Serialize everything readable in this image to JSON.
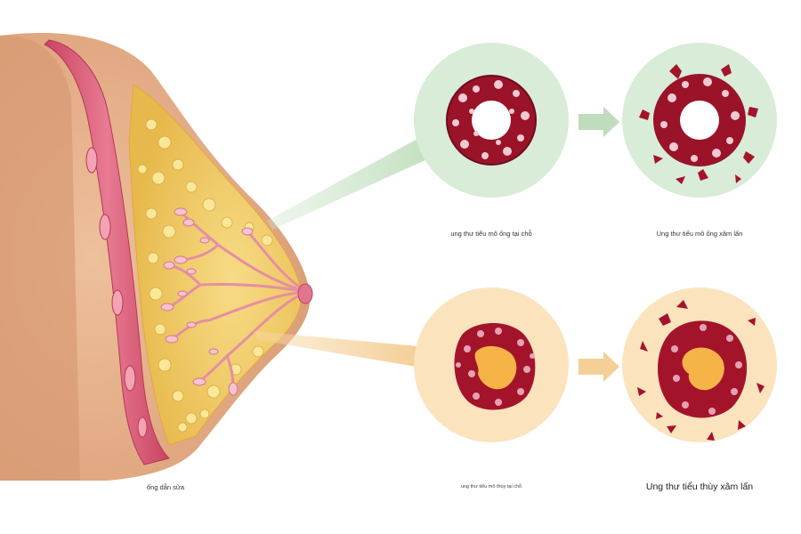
{
  "labels": {
    "duct_in_situ": "ung thư tiểu mô ống tại chỗ",
    "duct_invasive": "Ung thư tiểu mô ống xâm lấn",
    "lobule_in_situ": "ung thư tiểu mô thùy tại chỗ",
    "lobule_invasive": "Ung thư tiểu thùy xâm lấn",
    "milk_duct": "ống dẫn sữa"
  },
  "colors": {
    "ductal_circle_bg": "#d8ecd8",
    "lobular_circle_bg": "#fbe3be",
    "cell_red": "#a3142a",
    "cell_pink": "#e6a0b4",
    "fat_yellow": "#f2d16b",
    "skin": "#e8b48f",
    "muscle": "#d9607a"
  }
}
